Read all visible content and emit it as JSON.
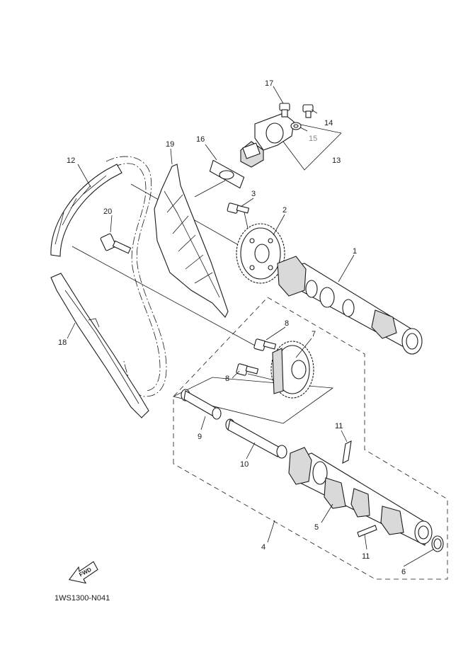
{
  "diagram": {
    "reference_code": "1WS1300-N041",
    "fwd_label": "FWD",
    "callouts": {
      "c1": "1",
      "c2": "2",
      "c3": "3",
      "c4": "4",
      "c5": "5",
      "c6": "6",
      "c7": "7",
      "c8a": "8",
      "c8b": "8",
      "c9": "9",
      "c10": "10",
      "c11a": "11",
      "c11b": "11",
      "c12": "12",
      "c13": "13",
      "c14": "14",
      "c15": "15",
      "c16": "16",
      "c17": "17",
      "c18": "18",
      "c19": "19",
      "c20": "20"
    }
  }
}
